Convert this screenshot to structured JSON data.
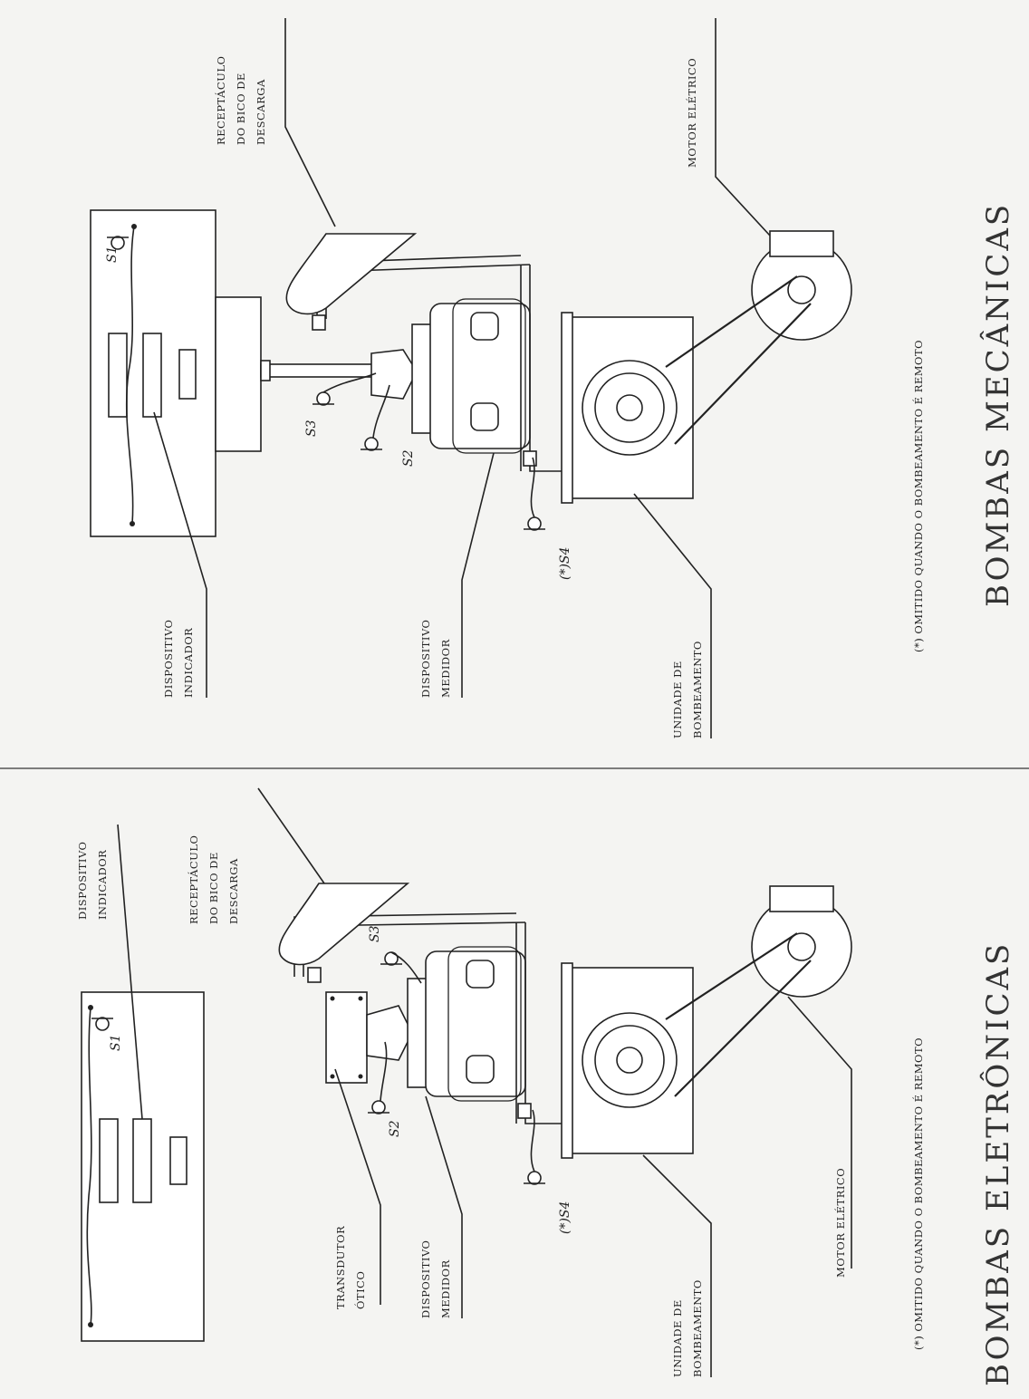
{
  "mechanical": {
    "title": "BOMBAS MECÂNICAS",
    "note": "(*) OMITIDO QUANDO O BOMBEAMENTO É REMOTO",
    "labels": {
      "indicador": [
        "DISPOSITIVO",
        "INDICADOR"
      ],
      "medidor": [
        "DISPOSITIVO",
        "MEDIDOR"
      ],
      "bombeamento": [
        "UNIDADE DE",
        "BOMBEAMENTO"
      ],
      "receptaculo": [
        "RECEPTÁCULO",
        "DO BICO DE",
        "DESCARGA"
      ],
      "motor": [
        "MOTOR ELÉTRICO"
      ]
    },
    "sensors": [
      "S1",
      "S2",
      "S3",
      "(*)S4"
    ]
  },
  "electronic": {
    "title": "BOMBAS ELETRÔNICAS",
    "note": "(*) OMITIDO QUANDO O BOMBEAMENTO É REMOTO",
    "labels": {
      "indicador": [
        "DISPOSITIVO",
        "INDICADOR"
      ],
      "receptaculo": [
        "RECEPTÁCULO",
        "DO BICO DE",
        "DESCARGA"
      ],
      "transdutor": [
        "TRANSDUTOR",
        "ÓTICO"
      ],
      "medidor": [
        "DISPOSITIVO",
        "MEDIDOR"
      ],
      "bombeamento": [
        "UNIDADE DE",
        "BOMBEAMENTO"
      ],
      "motor": [
        "MOTOR ELÉTRICO"
      ]
    },
    "sensors": [
      "S1",
      "S2",
      "S3",
      "(*)S4"
    ]
  }
}
